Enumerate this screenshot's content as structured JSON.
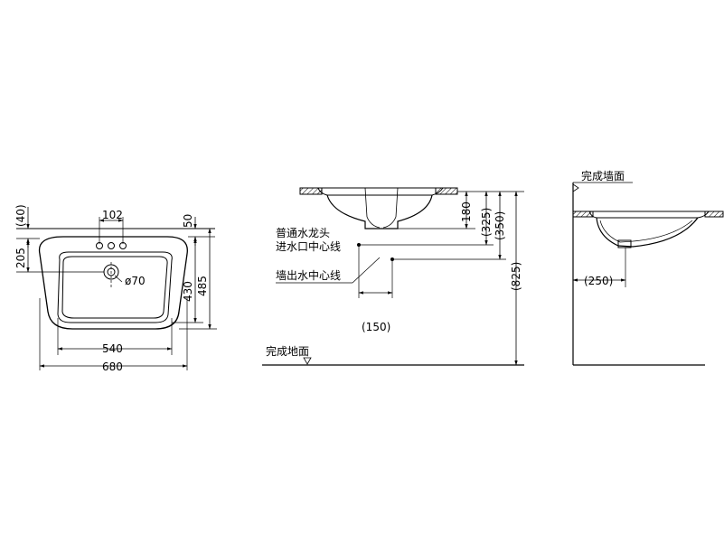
{
  "plan": {
    "dim_40": "(40)",
    "dim_102": "102",
    "dim_50": "50",
    "dim_205": "205",
    "dim_hole": "ø70",
    "dim_430": "430",
    "dim_485": "485",
    "dim_540": "540",
    "dim_680": "680"
  },
  "section": {
    "label_faucet_line1": "普通水龙头",
    "label_faucet_line2": "进水口中心线",
    "label_wall_outlet": "墙出水中心线",
    "dim_180": "180",
    "dim_325": "(325)",
    "dim_350": "(350)",
    "dim_825": "(825)",
    "dim_150": "(150)",
    "floor_label": "完成地面"
  },
  "side": {
    "wall_label": "完成墙面",
    "dim_250": "(250)"
  }
}
